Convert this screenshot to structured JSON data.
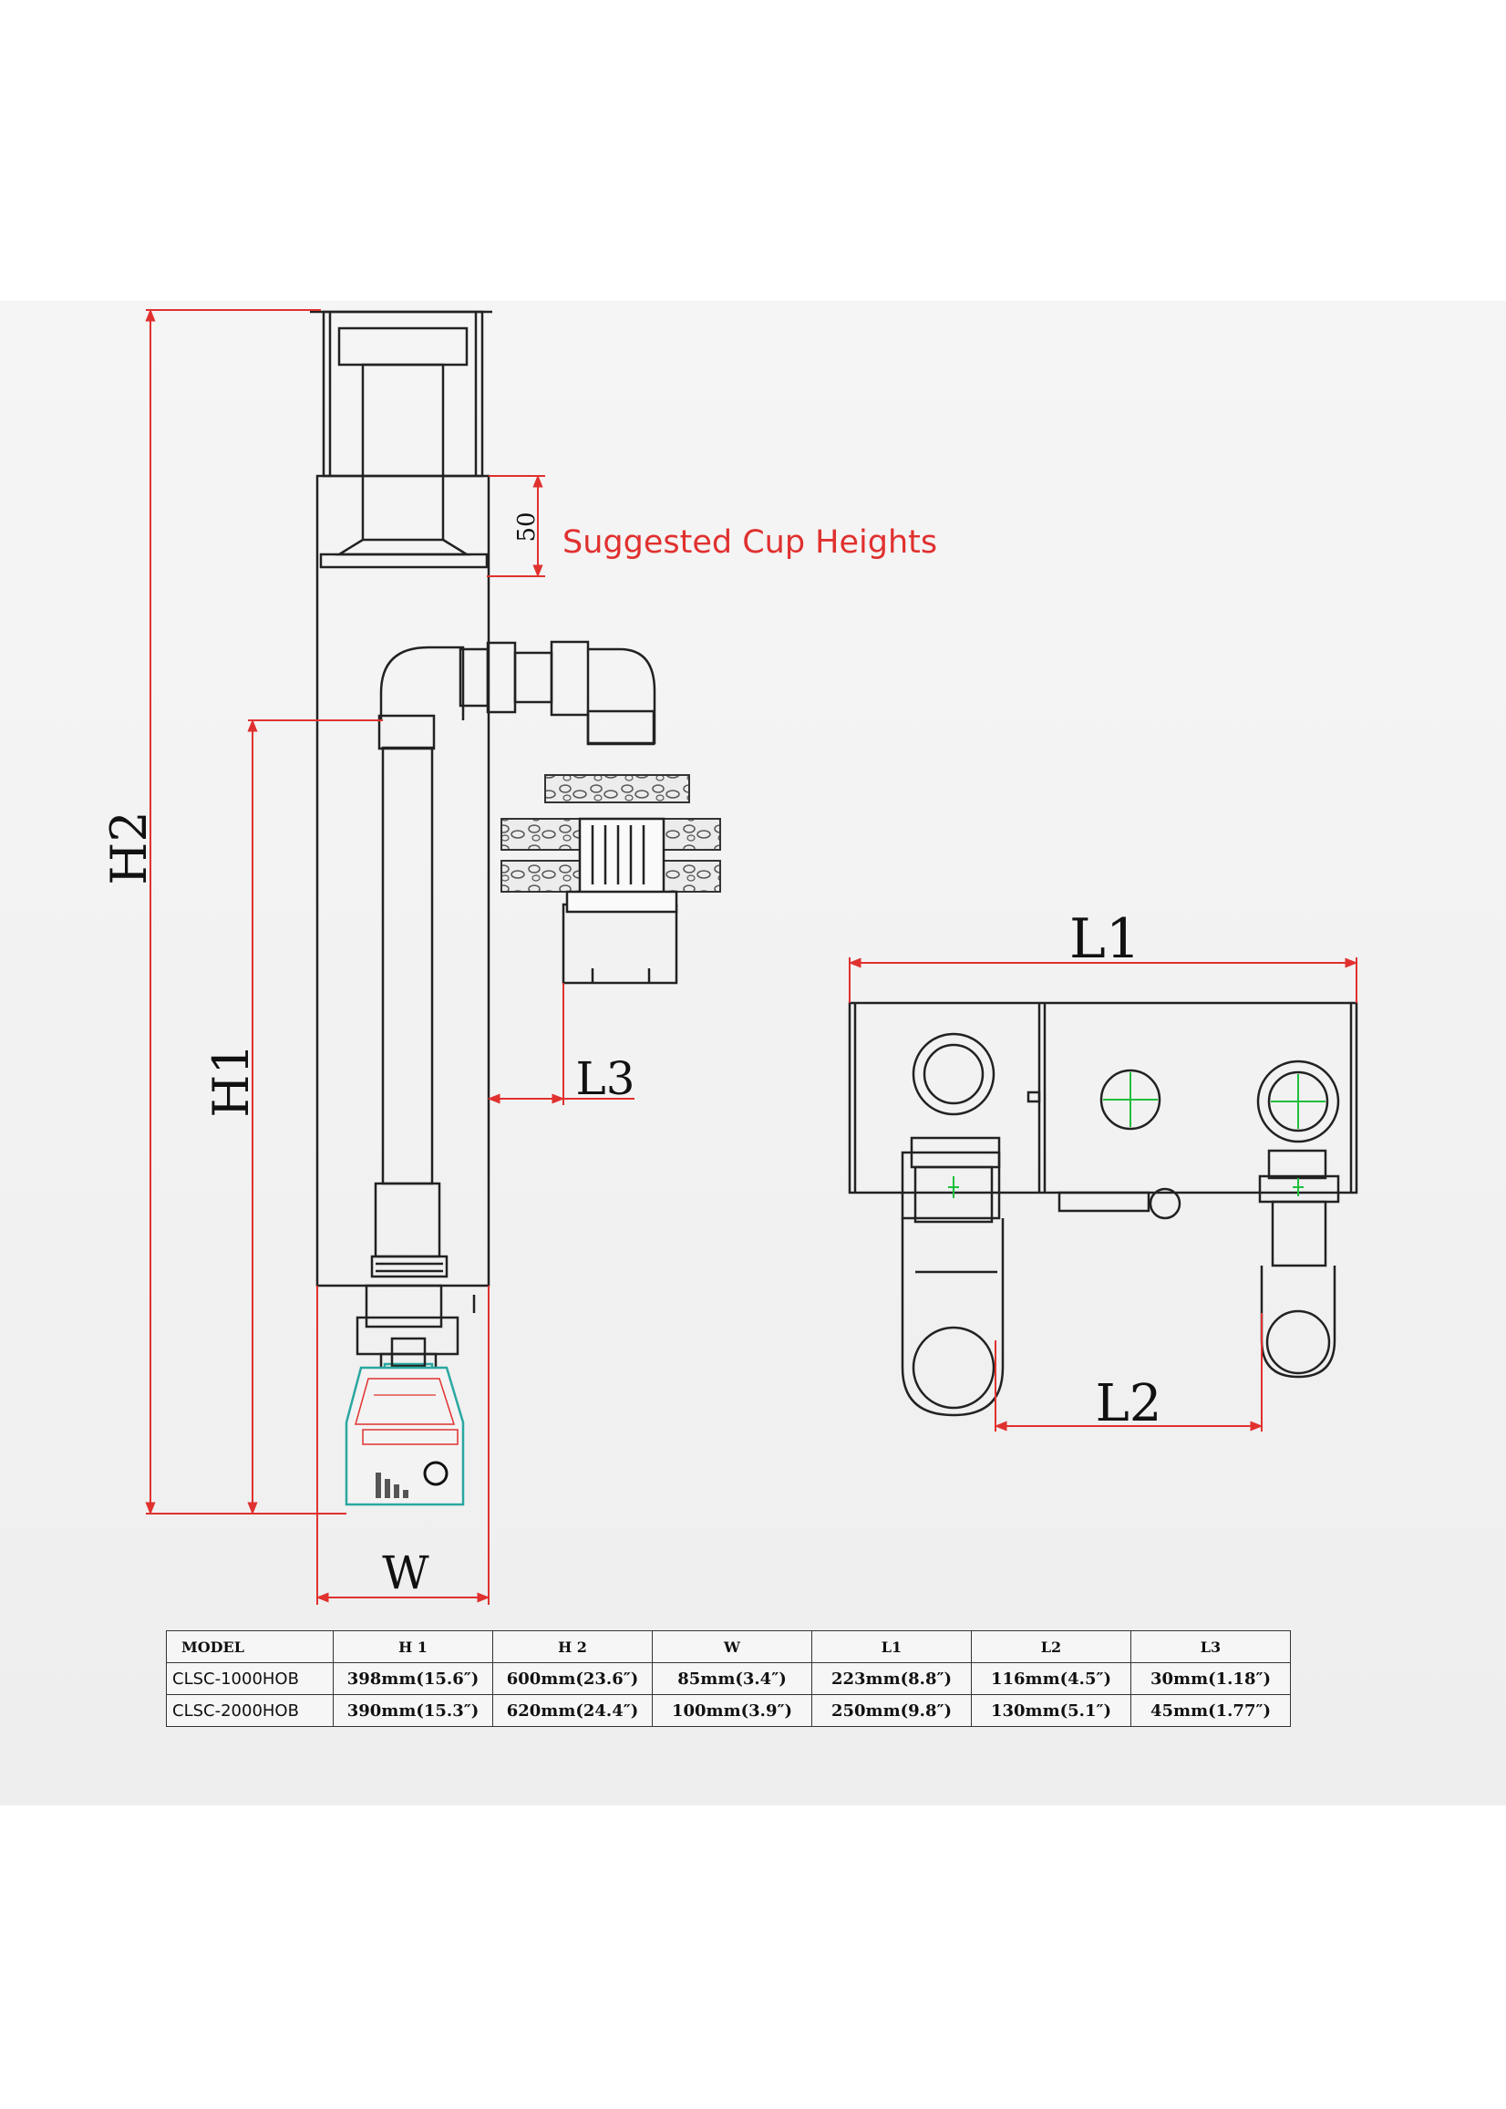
{
  "labels": {
    "h2": "H2",
    "h1": "H1",
    "w": "W",
    "l1": "L1",
    "l2": "L2",
    "l3": "L3",
    "cup_gap": "50",
    "cup_heights": "Suggested Cup Heights"
  },
  "colors": {
    "dimension_line": "#e0312f",
    "outline": "#222222",
    "crosshair": "#1fbf3a",
    "pump_outline": "#2aa7a0"
  },
  "table": {
    "headers": [
      "MODEL",
      "H 1",
      "H 2",
      "W",
      "L1",
      "L2",
      "L3"
    ],
    "rows": [
      [
        "CLSC-1000HOB",
        "398mm(15.6″)",
        "600mm(23.6″)",
        "85mm(3.4″)",
        "223mm(8.8″)",
        "116mm(4.5″)",
        "30mm(1.18″)"
      ],
      [
        "CLSC-2000HOB",
        "390mm(15.3″)",
        "620mm(24.4″)",
        "100mm(3.9″)",
        "250mm(9.8″)",
        "130mm(5.1″)",
        "45mm(1.77″)"
      ]
    ]
  }
}
